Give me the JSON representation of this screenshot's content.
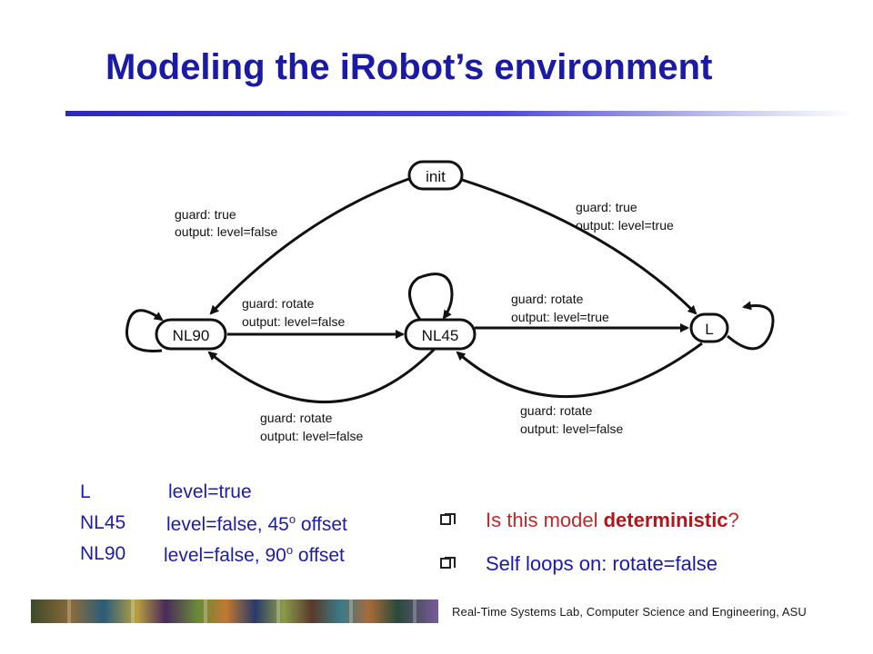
{
  "slide": {
    "title": "Modeling the iRobot’s environment",
    "footer": "Real-Time Systems Lab, Computer Science and Engineering, ASU"
  },
  "diagram": {
    "nodes": {
      "init": "init",
      "nl90": "NL90",
      "nl45": "NL45",
      "l": "L"
    },
    "edges": {
      "init_to_nl90": {
        "guard": "guard: true",
        "output": "output: level=false"
      },
      "init_to_l": {
        "guard": "guard: true",
        "output": "output: level=true"
      },
      "nl45_to_nl90_top": {
        "guard": "guard: rotate",
        "output": "output: level=false"
      },
      "nl45_to_l": {
        "guard": "guard: rotate",
        "output": "output: level=true"
      },
      "nl45_to_nl90_bottom": {
        "guard": "guard: rotate",
        "output": "output: level=false"
      },
      "l_to_nl45": {
        "guard": "guard: rotate",
        "output": "output: level=false"
      }
    }
  },
  "legend": [
    {
      "key": "L",
      "value": "level=true"
    },
    {
      "key": "NL45",
      "value_prefix": "level=false, 45",
      "sup": "o",
      "value_suffix": " offset"
    },
    {
      "key": "NL90",
      "value_prefix": "level=false, 90",
      "sup": "o",
      "value_suffix": " offset"
    }
  ],
  "bullets": {
    "q1_prefix": "Is this model ",
    "q1_strong": "deterministic",
    "q1_suffix": "?",
    "q2": "Self loops on: rotate=false"
  },
  "colors": {
    "title": "#1a1aa6",
    "accent_red": "#c0282a",
    "legend": "#1c1ca8"
  }
}
